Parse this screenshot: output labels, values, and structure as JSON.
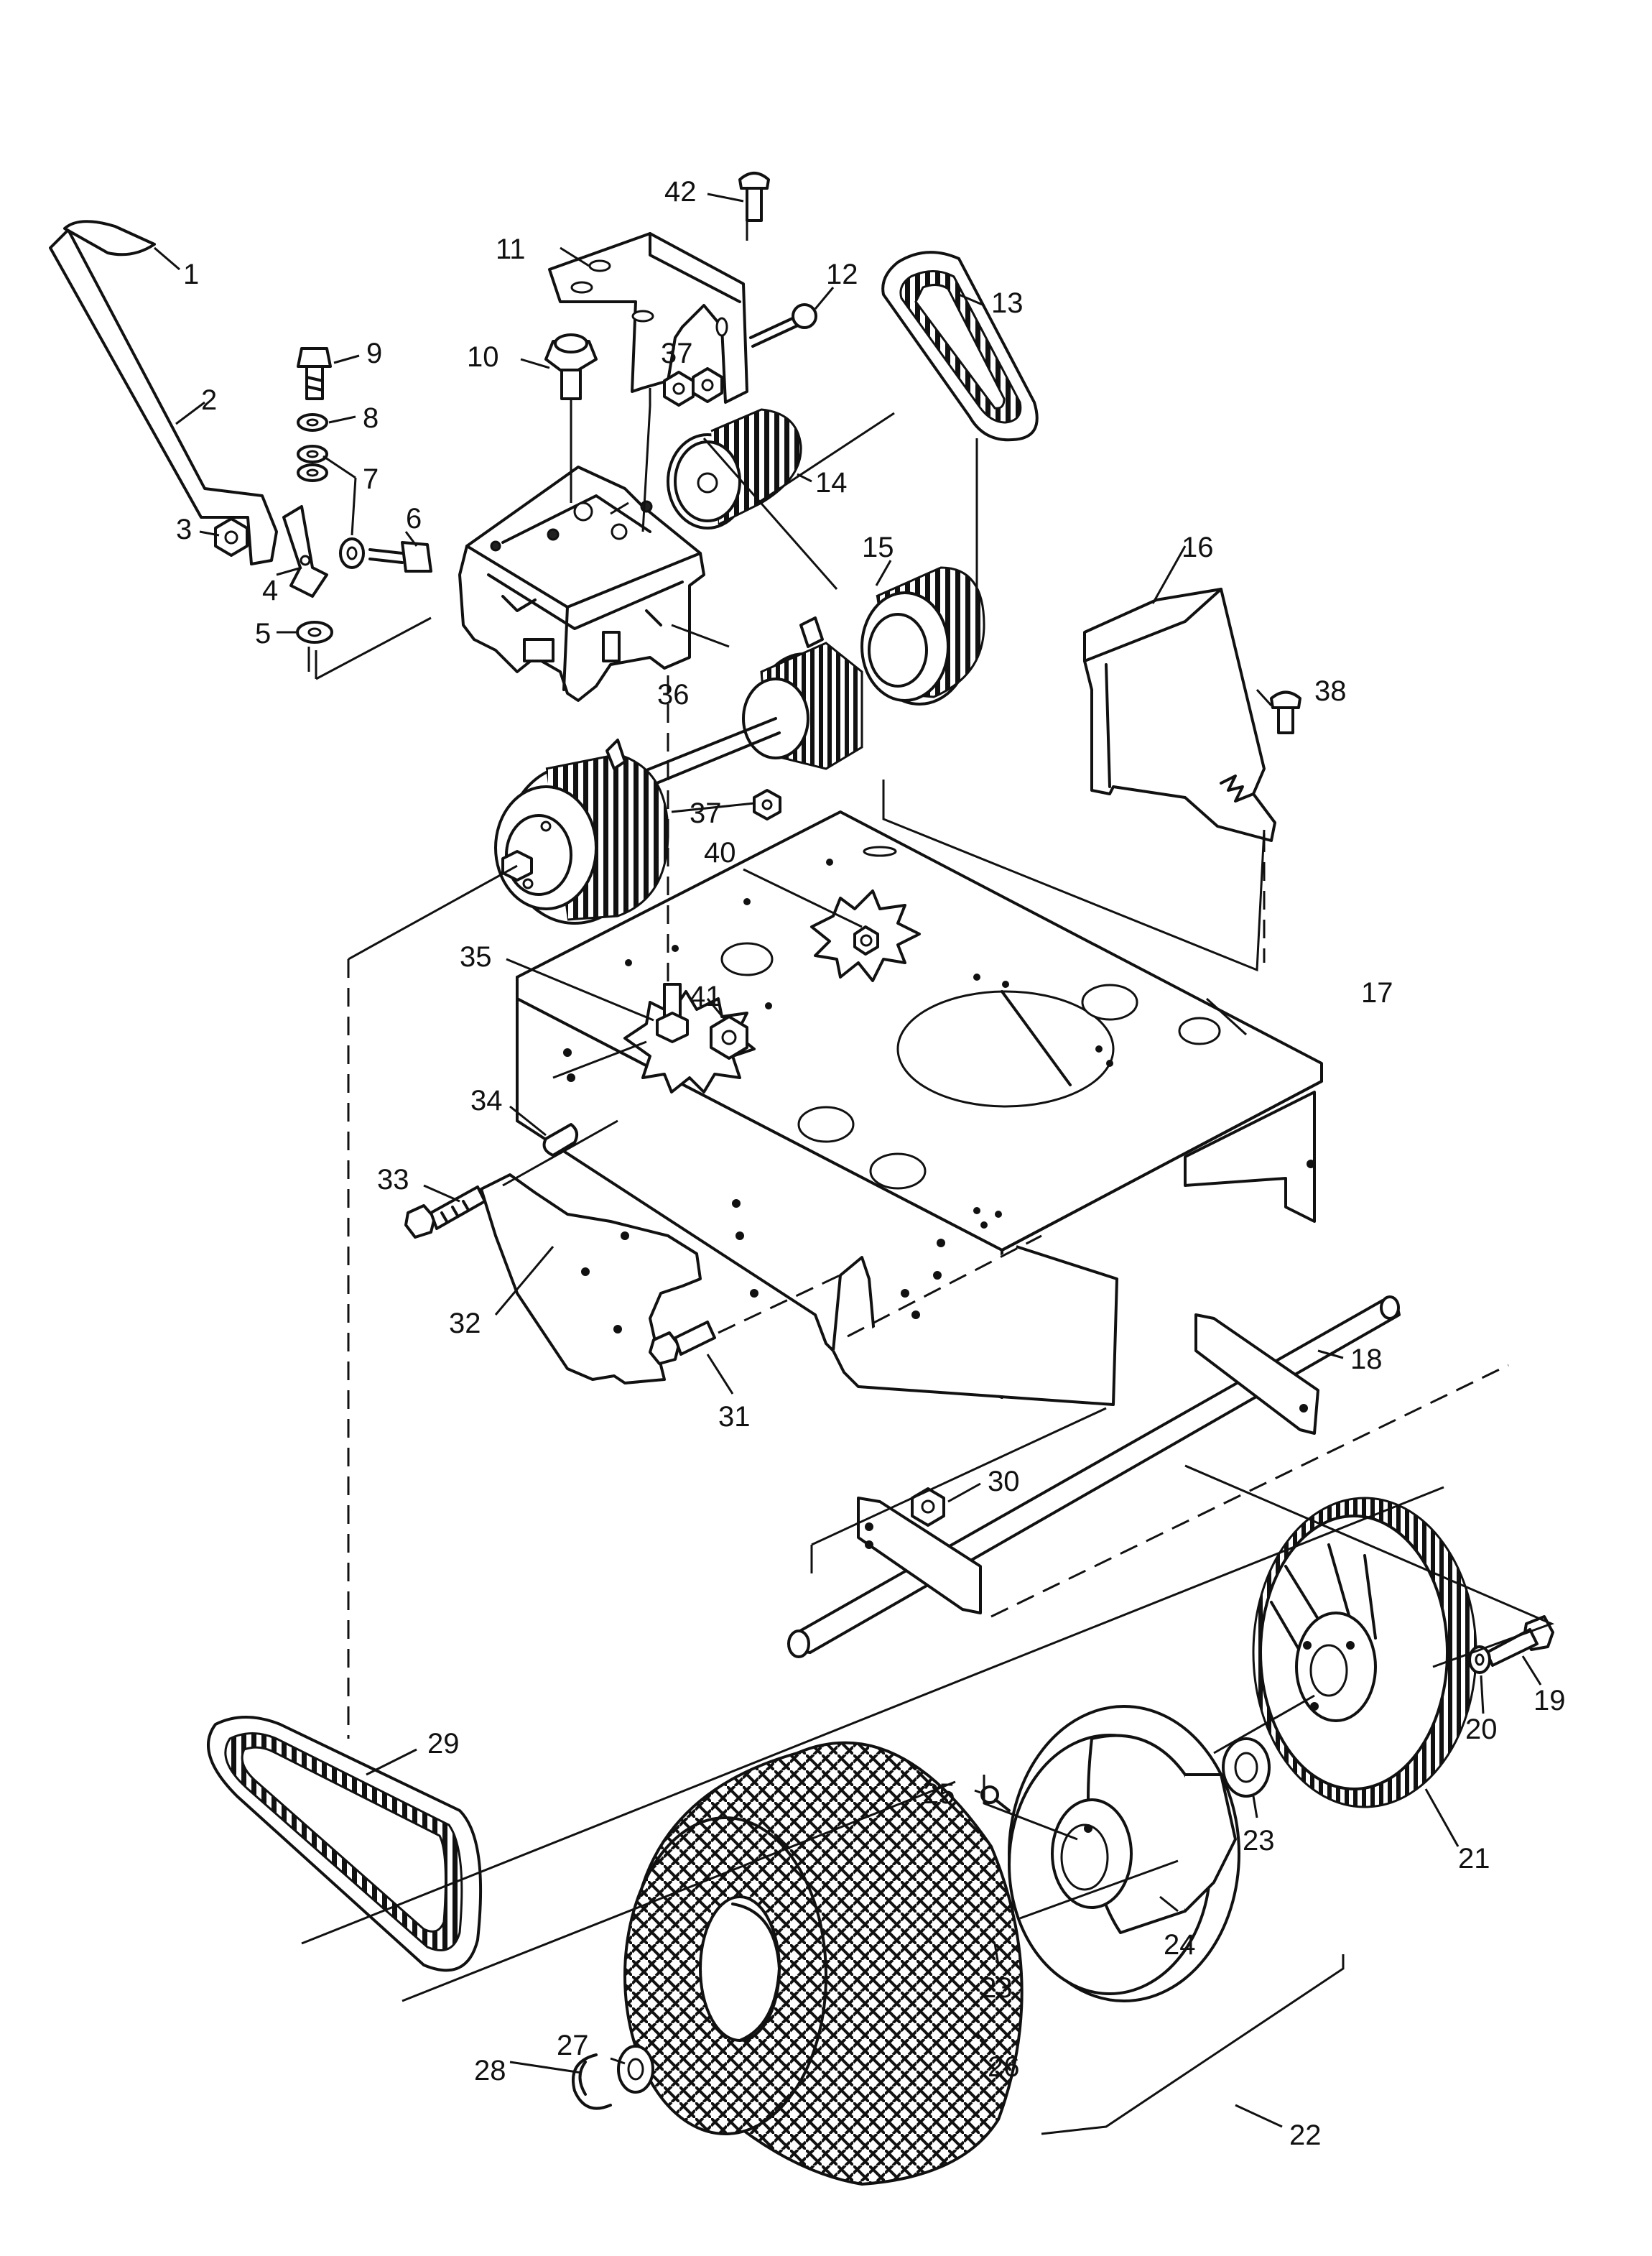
{
  "callouts": [
    {
      "id": "1",
      "label": "1"
    },
    {
      "id": "2",
      "label": "2"
    },
    {
      "id": "3",
      "label": "3"
    },
    {
      "id": "4",
      "label": "4"
    },
    {
      "id": "5",
      "label": "5"
    },
    {
      "id": "6",
      "label": "6"
    },
    {
      "id": "7",
      "label": "7"
    },
    {
      "id": "8",
      "label": "8"
    },
    {
      "id": "9",
      "label": "9"
    },
    {
      "id": "10",
      "label": "10"
    },
    {
      "id": "11",
      "label": "11"
    },
    {
      "id": "12",
      "label": "12"
    },
    {
      "id": "13",
      "label": "13"
    },
    {
      "id": "14",
      "label": "14"
    },
    {
      "id": "15",
      "label": "15"
    },
    {
      "id": "16",
      "label": "16"
    },
    {
      "id": "17",
      "label": "17"
    },
    {
      "id": "18",
      "label": "18"
    },
    {
      "id": "19",
      "label": "19"
    },
    {
      "id": "20",
      "label": "20"
    },
    {
      "id": "21",
      "label": "21"
    },
    {
      "id": "22",
      "label": "22"
    },
    {
      "id": "23a",
      "label": "23"
    },
    {
      "id": "23b",
      "label": "23"
    },
    {
      "id": "24",
      "label": "24"
    },
    {
      "id": "25",
      "label": "25"
    },
    {
      "id": "26",
      "label": "26"
    },
    {
      "id": "27",
      "label": "27"
    },
    {
      "id": "28",
      "label": "28"
    },
    {
      "id": "29",
      "label": "29"
    },
    {
      "id": "30",
      "label": "30"
    },
    {
      "id": "31",
      "label": "31"
    },
    {
      "id": "32",
      "label": "32"
    },
    {
      "id": "33",
      "label": "33"
    },
    {
      "id": "34",
      "label": "34"
    },
    {
      "id": "35",
      "label": "35"
    },
    {
      "id": "36",
      "label": "36"
    },
    {
      "id": "37a",
      "label": "37"
    },
    {
      "id": "37b",
      "label": "37"
    },
    {
      "id": "38",
      "label": "38"
    },
    {
      "id": "40",
      "label": "40"
    },
    {
      "id": "41",
      "label": "41"
    },
    {
      "id": "42",
      "label": "42"
    }
  ]
}
